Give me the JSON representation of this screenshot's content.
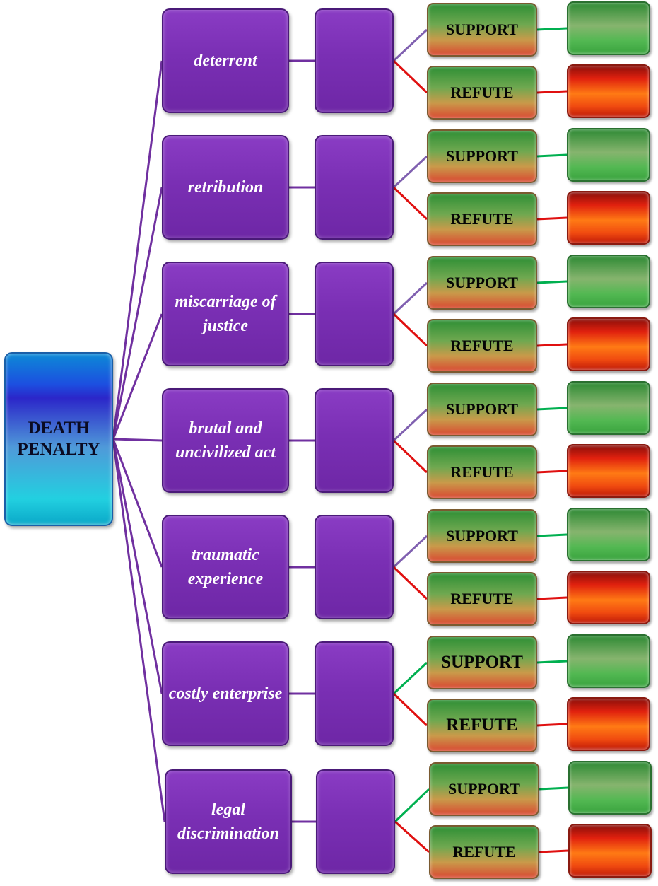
{
  "root": {
    "label": "DEATH PENALTY"
  },
  "colors": {
    "trunk_line": "#7030a0",
    "support_line": "#00b050",
    "refute_line": "#e01010",
    "support_line_muted": "#8060b0"
  },
  "branches": [
    {
      "topic": "deterrent",
      "support": "SUPPORT",
      "refute": "REFUTE"
    },
    {
      "topic": "retribution",
      "support": "SUPPORT",
      "refute": "REFUTE"
    },
    {
      "topic": "miscarriage of justice",
      "support": "SUPPORT",
      "refute": "REFUTE"
    },
    {
      "topic": "brutal and uncivilized act",
      "support": "SUPPORT",
      "refute": "REFUTE"
    },
    {
      "topic": "traumatic experience",
      "support": "SUPPORT",
      "refute": "REFUTE"
    },
    {
      "topic": "costly enterprise",
      "support": "SUPPORT",
      "refute": "REFUTE"
    },
    {
      "topic": "legal discrimination",
      "support": "SUPPORT",
      "refute": "REFUTE"
    }
  ]
}
